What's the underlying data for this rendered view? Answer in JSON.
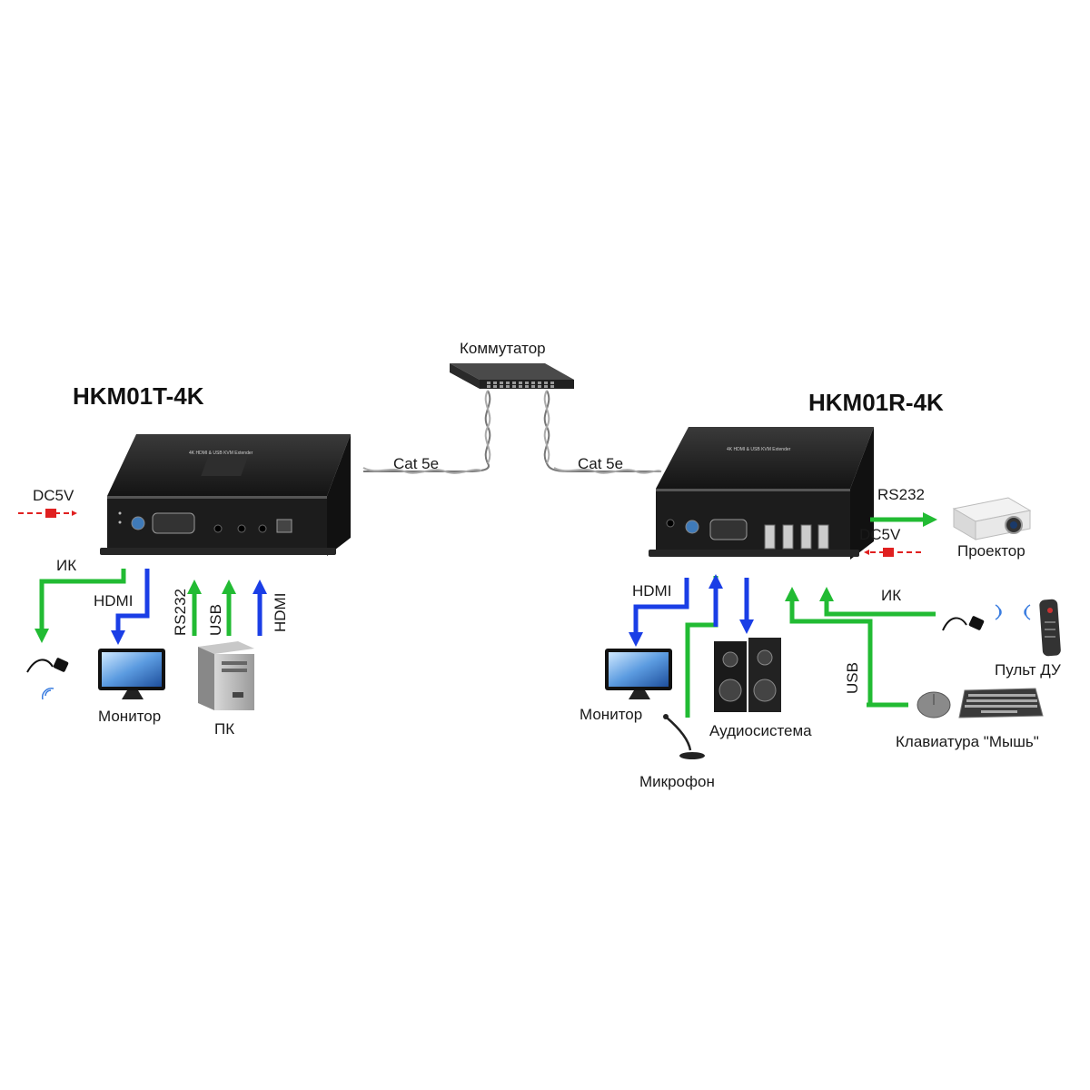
{
  "transmitter": {
    "title": "HKM01T-4K"
  },
  "receiver": {
    "title": "HKM01R-4K"
  },
  "switch": {
    "label": "Коммутатор"
  },
  "cables": {
    "left": "Cat 5e",
    "right": "Cat 5e"
  },
  "left_side": {
    "dc": "DC5V",
    "ir": "ИК",
    "hdmi_out": "HDMI",
    "rs232": "RS232",
    "usb": "USB",
    "hdmi_in": "HDMI",
    "monitor": "Монитор",
    "pc": "ПК"
  },
  "right_side": {
    "rs232": "RS232",
    "dc": "DC5V",
    "projector": "Проектор",
    "hdmi": "HDMI",
    "ir": "ИК",
    "usb": "USB",
    "remote": "Пульт ДУ",
    "monitor": "Монитор",
    "microphone": "Микрофон",
    "audio": "Аудиосистема",
    "keyboard_mouse": "Клавиатура \"Мышь\""
  },
  "colors": {
    "green": "#22bb33",
    "blue": "#1a3ee6",
    "red": "#e02020",
    "device": "#1c1c1c"
  }
}
